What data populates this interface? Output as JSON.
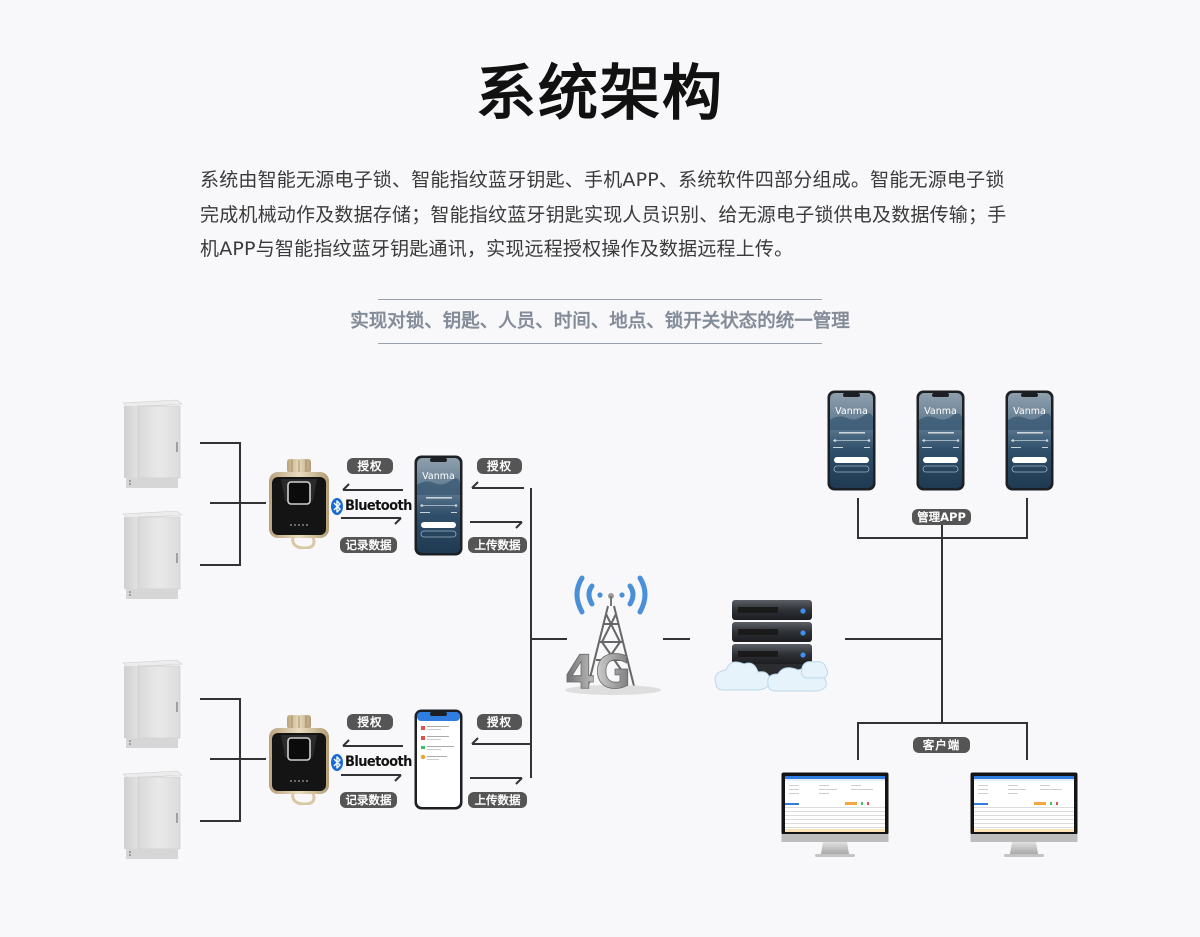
{
  "page": {
    "title": "系统架构",
    "intro": "系统由智能无源电子锁、智能指纹蓝牙钥匙、手机APP、系统软件四部分组成。智能无源电子锁完成机械动作及数据存储；智能指纹蓝牙钥匙实现人员识别、给无源电子锁供电及数据传输；手机APP与智能指纹蓝牙钥匙通讯，实现远程授权操作及数据远程上传。",
    "subtitle": "实现对锁、钥匙、人员、时间、地点、锁开关状态的统一管理"
  },
  "diagram": {
    "groups": [
      {
        "id": "top",
        "cabinets": [
          "cabinet",
          "cabinet"
        ],
        "key_device": "fingerprint-bluetooth-key",
        "bluetooth_label": "Bluetooth",
        "left_labels": {
          "auth": "授权",
          "record": "记录数据"
        },
        "phone": {
          "screen": "login",
          "brand": "Vanma"
        },
        "right_labels": {
          "auth": "授权",
          "upload": "上传数据"
        }
      },
      {
        "id": "bottom",
        "cabinets": [
          "cabinet",
          "cabinet"
        ],
        "key_device": "fingerprint-bluetooth-key",
        "bluetooth_label": "Bluetooth",
        "left_labels": {
          "auth": "授权",
          "record": "记录数据"
        },
        "phone": {
          "screen": "list"
        },
        "right_labels": {
          "auth": "授权",
          "upload": "上传数据"
        }
      }
    ],
    "network": {
      "tower_label": "4G"
    },
    "server": "cloud-server",
    "management_app": {
      "label": "管理APP",
      "phones": [
        {
          "brand": "Vanma"
        },
        {
          "brand": "Vanma"
        },
        {
          "brand": "Vanma"
        }
      ]
    },
    "client": {
      "label": "客户端",
      "monitors": [
        "desktop-client",
        "desktop-client"
      ]
    }
  },
  "colors": {
    "background": "#f8f8fa",
    "title": "#111111",
    "body_text": "#3a3a3a",
    "subtitle": "#858c99",
    "line": "#333333",
    "pill": "#555555",
    "bluetooth_blue": "#1769d6",
    "signal_blue": "#4a8fd8"
  }
}
